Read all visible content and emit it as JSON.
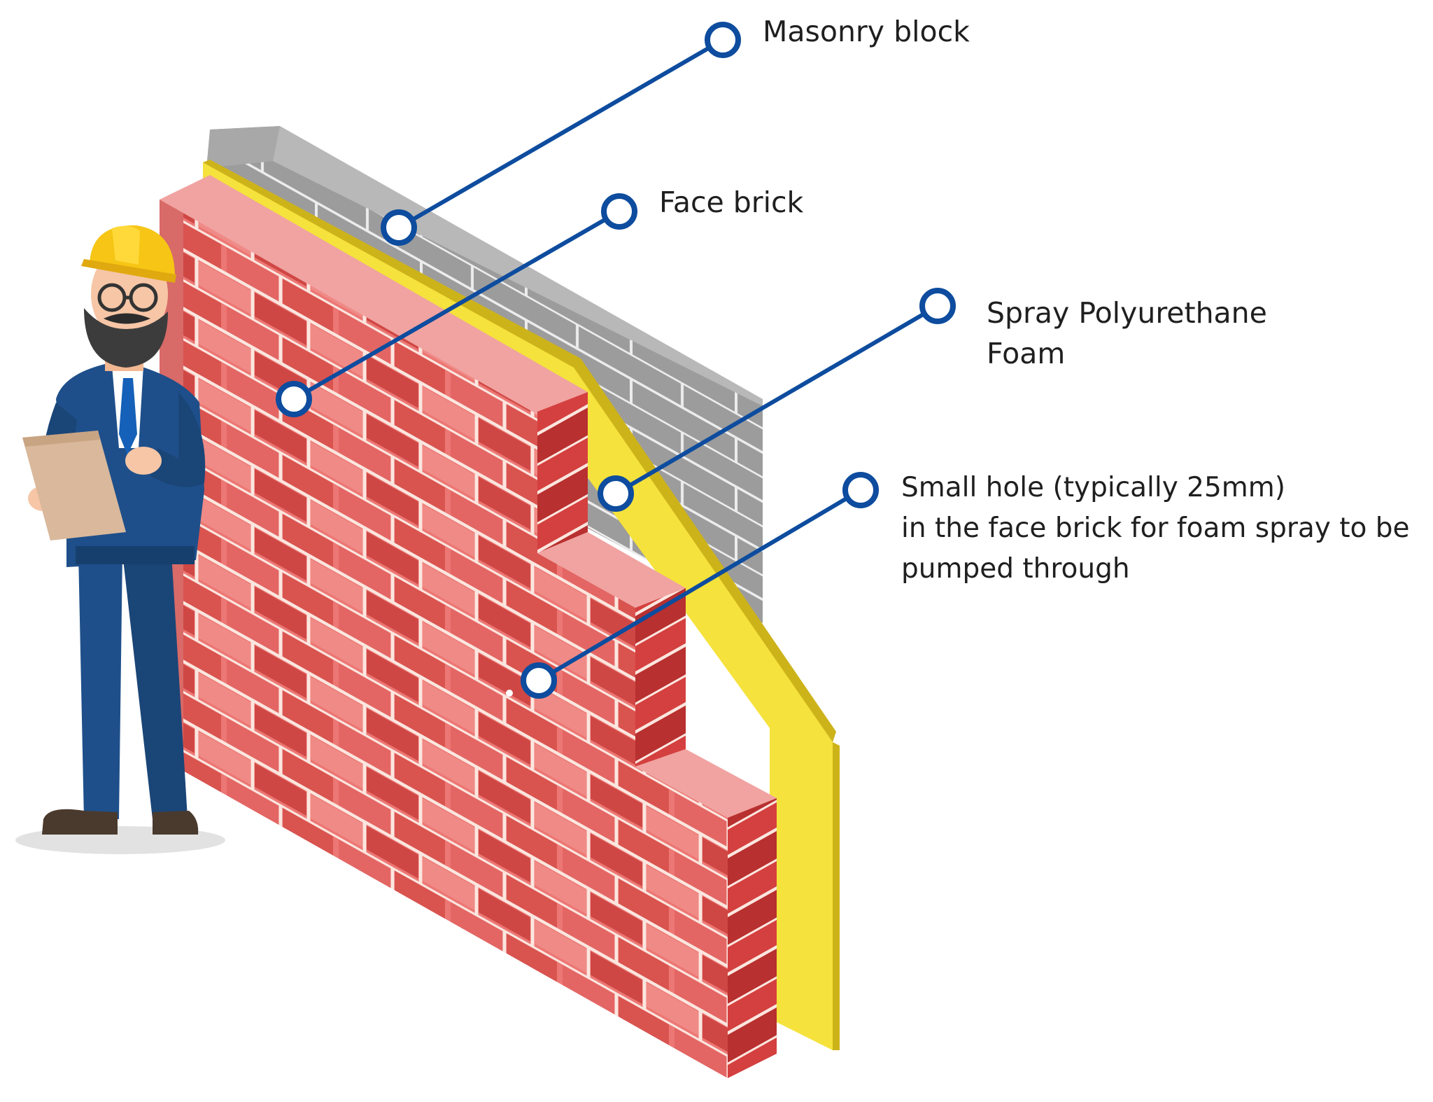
{
  "labels": {
    "masonry_block": "Masonry block",
    "face_brick": "Face brick",
    "spray_foam": [
      "Spray Polyurethane",
      "Foam"
    ],
    "small_hole": [
      "Small hole (typically 25mm)",
      "in  the face brick for foam spray to be",
      "pumped through"
    ]
  },
  "colors": {
    "leader": "#0d4c9e",
    "brick_light": "#ee7a78",
    "brick_dark": "#c9393a",
    "brick_top": "#f0a3a1",
    "mortar": "#fbe6df",
    "foam": "#f5e23c",
    "foam_edge": "#cdb31a",
    "block": "#9a9a9a",
    "block_top": "#b8b8b8",
    "suit": "#1e4f8a",
    "helmet": "#f6c515"
  },
  "icons": [
    "worker-figure",
    "clipboard-icon",
    "hard-hat-icon"
  ]
}
